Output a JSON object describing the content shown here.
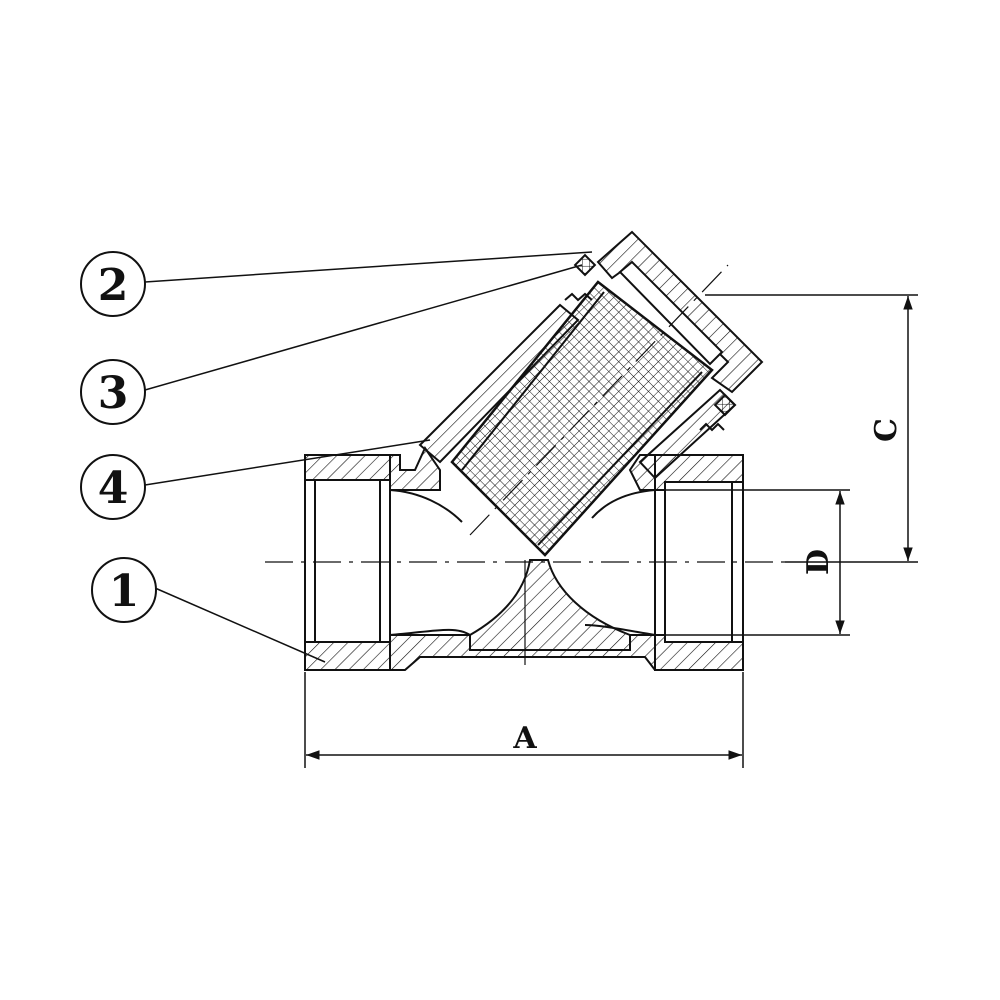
{
  "callouts": [
    {
      "id": "callout-2",
      "number": "2"
    },
    {
      "id": "callout-3",
      "number": "3"
    },
    {
      "id": "callout-4",
      "number": "4"
    },
    {
      "id": "callout-1",
      "number": "1"
    }
  ],
  "dimensions": {
    "length_label": "A",
    "height_label": "C",
    "bore_label": "D"
  },
  "colors": {
    "line": "#111111",
    "background": "#ffffff"
  }
}
